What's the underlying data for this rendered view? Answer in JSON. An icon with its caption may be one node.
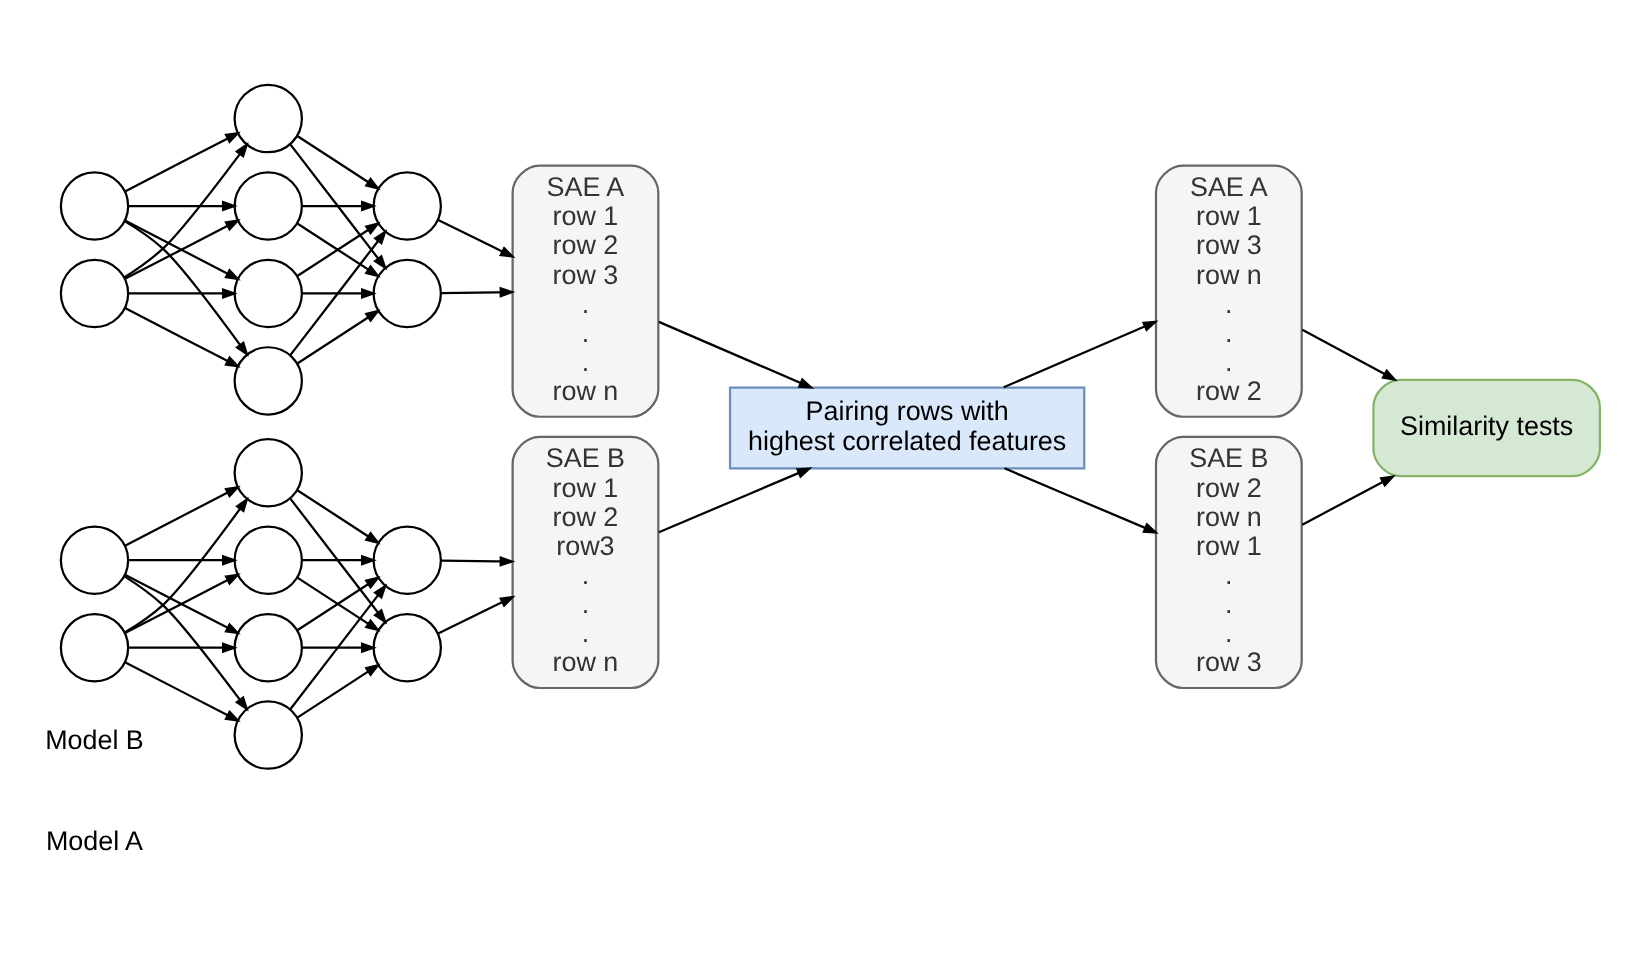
{
  "diagram": {
    "nodes": [
      {
        "text": [],
        "shape": "circle"
      },
      {
        "text": [],
        "shape": "circle"
      },
      {
        "text": [],
        "shape": "circle"
      },
      {
        "text": [],
        "shape": "circle"
      },
      {
        "text": [],
        "shape": "circle"
      },
      {
        "text": [],
        "shape": "circle"
      },
      {
        "text": [],
        "shape": "circle"
      },
      {
        "text": [],
        "shape": "circle"
      },
      {
        "text": [
          "SAE A",
          "row 1",
          "row 2",
          "row 3",
          ".",
          ".",
          ".",
          "row n"
        ]
      },
      {
        "text": [],
        "shape": "circle"
      },
      {
        "text": [],
        "shape": "circle"
      },
      {
        "text": [],
        "shape": "circle"
      },
      {
        "text": [],
        "shape": "circle"
      },
      {
        "text": [],
        "shape": "circle"
      },
      {
        "text": [],
        "shape": "circle"
      },
      {
        "text": [],
        "shape": "circle"
      },
      {
        "text": [],
        "shape": "circle"
      },
      {
        "text": [
          "SAE B",
          "row 1",
          "row 2",
          "row3",
          ".",
          ".",
          ".",
          "row n"
        ]
      },
      {
        "text": [
          "Pairing rows with highest correlated features"
        ]
      },
      {
        "text": [
          "SAE A",
          "row 1",
          "row 3",
          "row n",
          ".",
          ".",
          ".",
          "row 2"
        ]
      },
      {
        "text": [
          "SAE B",
          "row 2",
          "row n",
          "row 1",
          ".",
          ".",
          ".",
          "row 3"
        ]
      },
      {
        "text": [
          "Similarity tests"
        ]
      }
    ],
    "edges": [
      {
        "from": 0,
        "to": 2,
        "arrow": "to"
      },
      {
        "from": 0,
        "to": 3,
        "arrow": "to"
      },
      {
        "from": 0,
        "to": 4,
        "arrow": "to"
      },
      {
        "from": 0,
        "to": 5,
        "arrow": "to"
      },
      {
        "from": 1,
        "to": 2,
        "arrow": "to"
      },
      {
        "from": 1,
        "to": 3,
        "arrow": "to"
      },
      {
        "from": 1,
        "to": 4,
        "arrow": "to"
      },
      {
        "from": 1,
        "to": 5,
        "arrow": "to"
      },
      {
        "from": 2,
        "to": 6,
        "arrow": "to"
      },
      {
        "from": 2,
        "to": 7,
        "arrow": "to"
      },
      {
        "from": 3,
        "to": 6,
        "arrow": "to"
      },
      {
        "from": 3,
        "to": 7,
        "arrow": "to"
      },
      {
        "from": 4,
        "to": 6,
        "arrow": "to"
      },
      {
        "from": 4,
        "to": 7,
        "arrow": "to"
      },
      {
        "from": 5,
        "to": 6,
        "arrow": "to"
      },
      {
        "from": 5,
        "to": 7,
        "arrow": "to"
      },
      {
        "from": 6,
        "to": 8,
        "arrow": "to"
      },
      {
        "from": 7,
        "to": 8,
        "arrow": "to"
      },
      {
        "from": 9,
        "to": 11,
        "arrow": "to"
      },
      {
        "from": 9,
        "to": 12,
        "arrow": "to"
      },
      {
        "from": 9,
        "to": 13,
        "arrow": "to"
      },
      {
        "from": 9,
        "to": 14,
        "arrow": "to"
      },
      {
        "from": 10,
        "to": 11,
        "arrow": "to"
      },
      {
        "from": 10,
        "to": 12,
        "arrow": "to"
      },
      {
        "from": 10,
        "to": 13,
        "arrow": "to"
      },
      {
        "from": 10,
        "to": 14,
        "arrow": "to"
      },
      {
        "from": 11,
        "to": 15,
        "arrow": "to"
      },
      {
        "from": 11,
        "to": 16,
        "arrow": "to"
      },
      {
        "from": 12,
        "to": 15,
        "arrow": "to"
      },
      {
        "from": 12,
        "to": 16,
        "arrow": "to"
      },
      {
        "from": 13,
        "to": 15,
        "arrow": "to"
      },
      {
        "from": 13,
        "to": 16,
        "arrow": "to"
      },
      {
        "from": 14,
        "to": 15,
        "arrow": "to"
      },
      {
        "from": 14,
        "to": 16,
        "arrow": "to"
      },
      {
        "from": 15,
        "to": 17,
        "arrow": "to"
      },
      {
        "from": 16,
        "to": 17,
        "arrow": "to"
      },
      {
        "from": 8,
        "to": 18,
        "arrow": "to"
      },
      {
        "from": 17,
        "to": 18,
        "arrow": "to"
      },
      {
        "from": 18,
        "to": 19,
        "arrow": "to"
      },
      {
        "from": 18,
        "to": 20,
        "arrow": "to"
      },
      {
        "from": 19,
        "to": 21,
        "arrow": "to"
      },
      {
        "from": 20,
        "to": 21,
        "arrow": "to"
      }
    ],
    "labels": [
      "Model A",
      "Model B"
    ]
  }
}
